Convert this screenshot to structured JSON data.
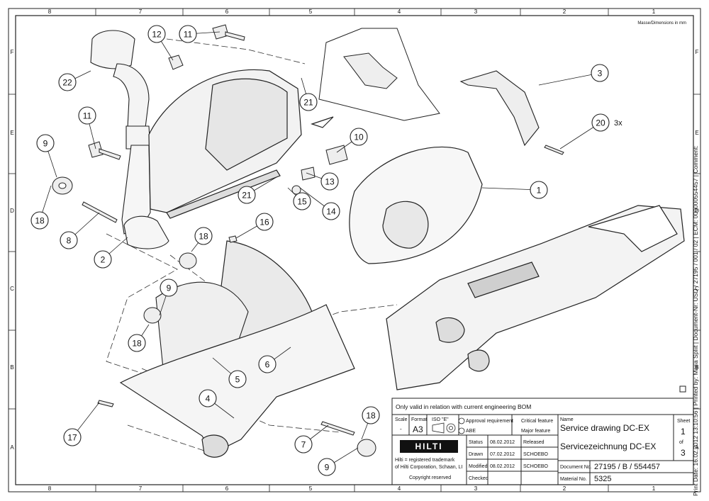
{
  "drawing": {
    "dimension_note": "Masse/Dimensions in mm",
    "zones_top": [
      "8",
      "7",
      "6",
      "5",
      "4",
      "3",
      "2",
      "1"
    ],
    "zones_bottom": [
      "8",
      "7",
      "6",
      "5",
      "4",
      "3",
      "2",
      "1"
    ],
    "zones_left": [
      "F",
      "E",
      "D",
      "C",
      "B",
      "A"
    ],
    "zones_right": [
      "F",
      "E",
      "D",
      "C",
      "B",
      "A"
    ],
    "callouts": [
      {
        "num": "1"
      },
      {
        "num": "2"
      },
      {
        "num": "3"
      },
      {
        "num": "4"
      },
      {
        "num": "5"
      },
      {
        "num": "6"
      },
      {
        "num": "7"
      },
      {
        "num": "8"
      },
      {
        "num": "9"
      },
      {
        "num": "9"
      },
      {
        "num": "9"
      },
      {
        "num": "10"
      },
      {
        "num": "11"
      },
      {
        "num": "11"
      },
      {
        "num": "12"
      },
      {
        "num": "13"
      },
      {
        "num": "14"
      },
      {
        "num": "15"
      },
      {
        "num": "16"
      },
      {
        "num": "17"
      },
      {
        "num": "18"
      },
      {
        "num": "18"
      },
      {
        "num": "18"
      },
      {
        "num": "18"
      },
      {
        "num": "20"
      },
      {
        "num": "21"
      },
      {
        "num": "21"
      },
      {
        "num": "22"
      }
    ],
    "qty_note": "3x"
  },
  "title_block": {
    "validity_note": "Only valid in relation with current engineering BOM",
    "scale_label": "Scale",
    "scale_value": "-",
    "format_label": "Format",
    "format_value": "A3",
    "iso_label": "ISO \"E\"",
    "approval_req": "Approval requirement",
    "abe": "ABE",
    "critical": "Critical feature",
    "major": "Major feature",
    "name_label": "Name",
    "name_en": "Service drawing DC-EX",
    "name_de": "Servicezeichnung DC-EX",
    "sheet_label": "Sheet",
    "sheet_value": "1",
    "of_label": "of",
    "of_value": "3",
    "logo": "HILTI",
    "trademark_line1": "Hilti = registered trademark",
    "trademark_line2": "of Hilti Corporation, Schaan, LI",
    "copyright": "Copyright reserved",
    "rows": [
      {
        "label": "Status",
        "date": "08.02.2012",
        "value": "Released"
      },
      {
        "label": "Drawn",
        "date": "07.02.2012",
        "value": "SCHOEBO"
      },
      {
        "label": "Modified",
        "date": "08.02.2012",
        "value": "SCHOEBO"
      },
      {
        "label": "Checked",
        "date": "",
        "value": ""
      }
    ],
    "docno_label": "Document No.",
    "docno_value": "27195 / B / 554457",
    "material_label": "Material No.",
    "material_value": "5325"
  },
  "print_note": "Print Date: 16.02.2012 13:10:56 | Printed by: Maria Spliit | Document-Nr: USD / 27195 / 001 / 02 | ECM: 000000554457 | Comment:"
}
